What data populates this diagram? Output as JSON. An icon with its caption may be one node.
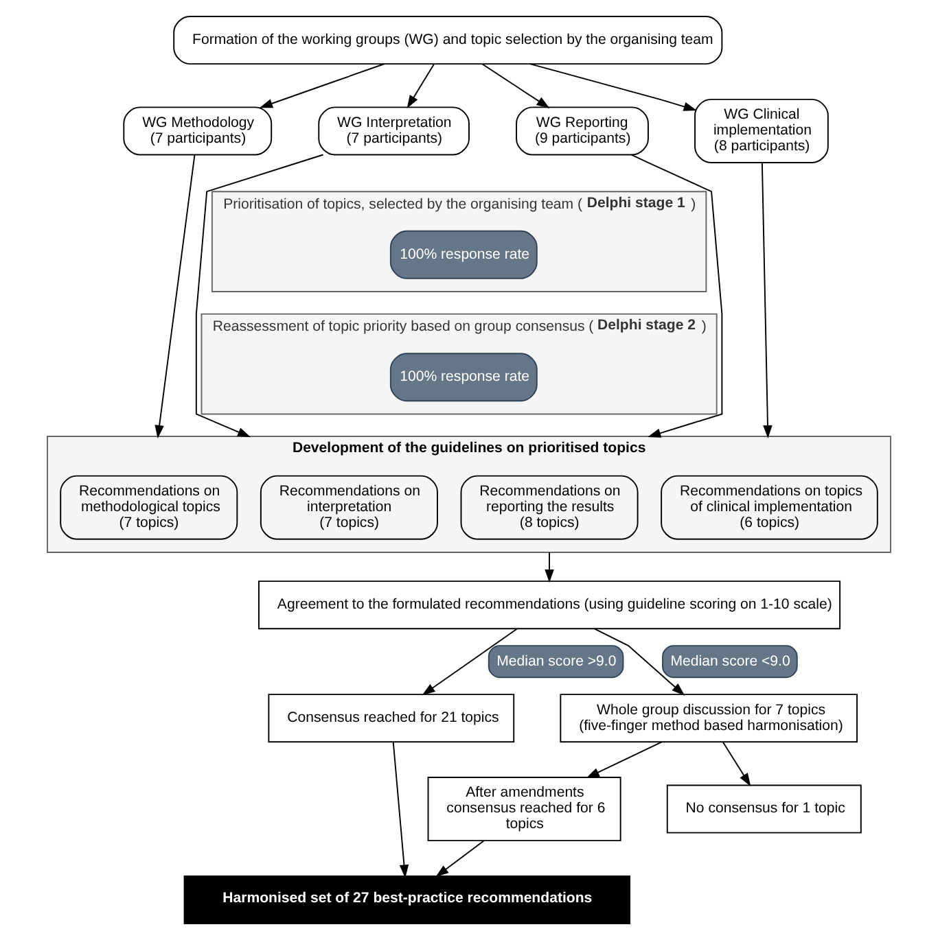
{
  "diagram": {
    "nodes": [
      {
        "text": [
          "Formation of the working groups (WG) and topic selection by the organising team"
        ]
      },
      {
        "text": [
          "WG Methodology",
          "(7 participants)"
        ]
      },
      {
        "text": [
          "WG Interpretation",
          "(7 participants)"
        ]
      },
      {
        "text": [
          "WG Reporting",
          "(9 participants)"
        ]
      },
      {
        "text": [
          "WG Clinical implementation",
          "(8 participants)"
        ]
      },
      {
        "text": [
          "Prioritisation of topics, selected by the organising team (**Delphi stage 1**)"
        ]
      },
      {
        "text": [
          "100% response rate"
        ],
        "in": 5
      },
      {
        "text": [
          "Reassessment of topic priority based on group consensus (**Delphi stage 2**)"
        ]
      },
      {
        "text": [
          "100% response rate"
        ],
        "in": 7
      },
      {
        "text": [
          "Development of the guidelines on prioritised topics"
        ]
      },
      {
        "text": [
          "Recommendations on methodological topics",
          "(7 topics)"
        ],
        "in": 9
      },
      {
        "text": [
          "Recommendations on interpretation",
          "(7 topics)"
        ],
        "in": 9
      },
      {
        "text": [
          "Recommendations on reporting the results",
          "(8 topics)"
        ],
        "in": 9
      },
      {
        "text": [
          "Recommendations on topics of clinical implementation",
          "(6 topics)"
        ],
        "in": 9
      },
      {
        "text": [
          "Agreement to the formulated recommendations (using guideline scoring on 1-10 scale)"
        ]
      },
      {
        "text": [
          "Consensus reached for 21 topics"
        ]
      },
      {
        "text": [
          "Whole group discussion for 7 topics (five-finger method based harmonisation)"
        ]
      },
      {
        "text": [
          "After amendments consensus reached for 6 topics"
        ]
      },
      {
        "text": [
          "No consensus for 1 topic"
        ]
      },
      {
        "text": [
          "Harmonised set of 27 best-practice recommendations"
        ]
      }
    ],
    "edges": [
      {
        "from": 0,
        "to": 1,
        "arrow": "to"
      },
      {
        "from": 0,
        "to": 2,
        "arrow": "to"
      },
      {
        "from": 0,
        "to": 3,
        "arrow": "to"
      },
      {
        "from": 0,
        "to": 4,
        "arrow": "to"
      },
      {
        "from": 1,
        "to": 9,
        "arrow": "to"
      },
      {
        "from": 2,
        "to": 9,
        "arrow": "to"
      },
      {
        "from": 3,
        "to": 9,
        "arrow": "to"
      },
      {
        "from": 4,
        "to": 9,
        "arrow": "to"
      },
      {
        "from": 9,
        "to": 14,
        "arrow": "to"
      },
      {
        "from": 14,
        "to": 15,
        "arrow": "to",
        "label": "Median score >9.0"
      },
      {
        "from": 14,
        "to": 16,
        "arrow": "to",
        "label": "Median score <9.0"
      },
      {
        "from": 16,
        "to": 17,
        "arrow": "to"
      },
      {
        "from": 16,
        "to": 18,
        "arrow": "to"
      },
      {
        "from": 15,
        "to": 19,
        "arrow": "to"
      },
      {
        "from": 17,
        "to": 19,
        "arrow": "to"
      }
    ]
  }
}
